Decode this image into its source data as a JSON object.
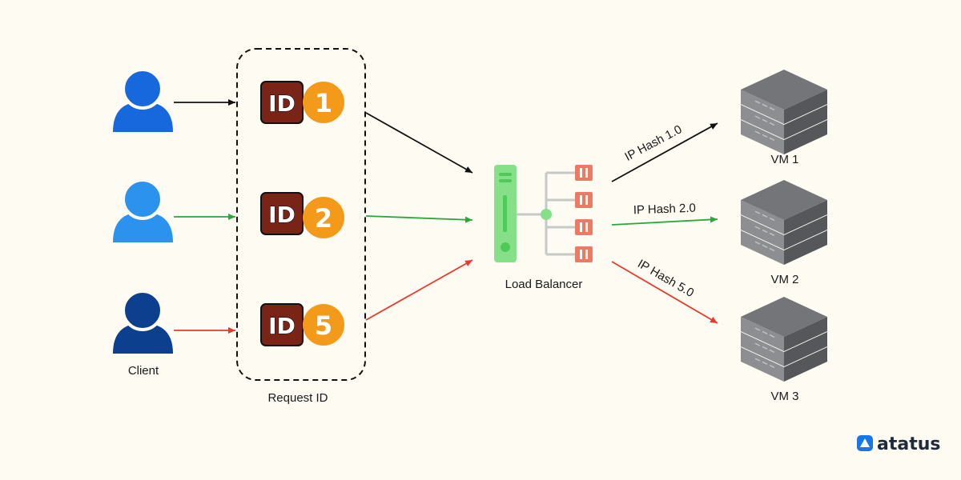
{
  "colors": {
    "background": "#fdfbf2",
    "black_path": "#111111",
    "green_path": "#2aa83a",
    "red_path": "#e8392c",
    "id_badge": "#7a2418",
    "number_badge": "#f49a1a",
    "balancer": "#86e08a",
    "server_port": "#ec7b66",
    "vm_gray": "#6e6f72",
    "logo": "#1777e6"
  },
  "clients": {
    "label": "Client",
    "users": [
      {
        "name": "user-1",
        "color": "#1668dc"
      },
      {
        "name": "user-2",
        "color": "#2b93ee"
      },
      {
        "name": "user-3",
        "color": "#0d3f8f"
      }
    ]
  },
  "request_box": {
    "label": "Request ID",
    "badges": [
      {
        "id_text": "ID",
        "number": "1"
      },
      {
        "id_text": "ID",
        "number": "2"
      },
      {
        "id_text": "ID",
        "number": "5"
      }
    ]
  },
  "load_balancer": {
    "label": "Load Balancer"
  },
  "routes": [
    {
      "label": "IP Hash 1.0"
    },
    {
      "label": "IP Hash 2.0"
    },
    {
      "label": "IP Hash 5.0"
    }
  ],
  "vms": [
    {
      "label": "VM 1"
    },
    {
      "label": "VM 2"
    },
    {
      "label": "VM 3"
    }
  ],
  "brand": {
    "name": "atatus",
    "icon": "atatus-logo-icon"
  }
}
